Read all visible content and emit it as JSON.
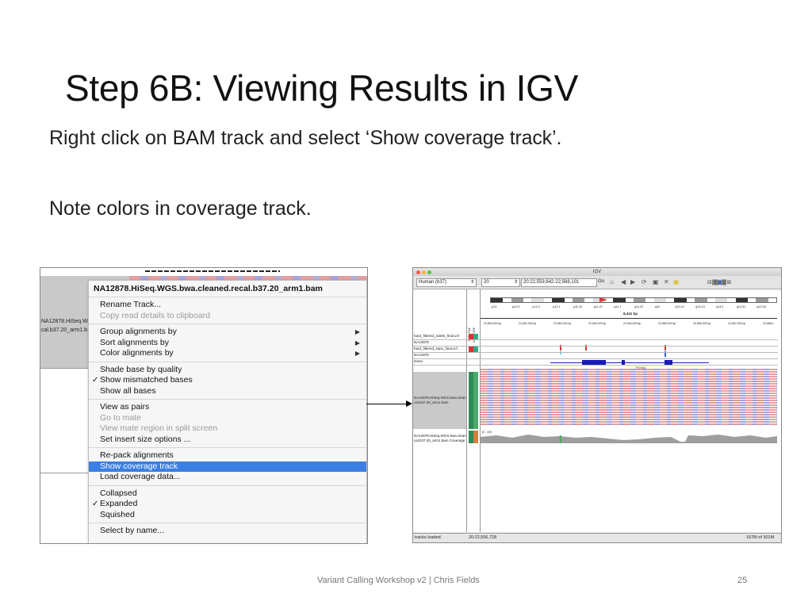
{
  "slide": {
    "title": "Step 6B: Viewing Results in IGV",
    "instruction_prefix": "Right click on BAM track and select ‘",
    "instruction_highlight": "Show coverage track",
    "instruction_suffix": "’.",
    "note": "Note colors in coverage track.",
    "footer": "Variant Calling Workshop v2 | Chris Fields",
    "page_number": "25"
  },
  "left_panel": {
    "track_name_line1": "NA12878.HiSeq.W",
    "track_name_line2": "cal.b37.20_arm1.b"
  },
  "context_menu": {
    "header": "NA12878.HiSeq.WGS.bwa.cleaned.recal.b37.20_arm1.bam",
    "groups": [
      [
        {
          "label": "Rename Track...",
          "disabled": false
        },
        {
          "label": "Copy read details to clipboard",
          "disabled": true
        }
      ],
      [
        {
          "label": "Group alignments by",
          "submenu": true
        },
        {
          "label": "Sort alignments by",
          "submenu": true
        },
        {
          "label": "Color alignments by",
          "submenu": true
        }
      ],
      [
        {
          "label": "Shade base by quality"
        },
        {
          "label": "Show mismatched bases",
          "checked": true
        },
        {
          "label": "Show all bases"
        }
      ],
      [
        {
          "label": "View as pairs"
        },
        {
          "label": "Go to mate",
          "disabled": true
        },
        {
          "label": "View mate region in split screen",
          "disabled": true
        },
        {
          "label": "Set insert size options ..."
        }
      ],
      [
        {
          "label": "Re-pack alignments"
        },
        {
          "label": "Show coverage track",
          "selected": true
        },
        {
          "label": "Load coverage data..."
        }
      ],
      [
        {
          "label": "Collapsed"
        },
        {
          "label": "Expanded",
          "checked": true
        },
        {
          "label": "Squished"
        }
      ],
      [
        {
          "label": "Select by name..."
        }
      ]
    ]
  },
  "igv": {
    "window_title": "IGV",
    "genome": "Human (b37)",
    "chromosome": "20",
    "locus": "20:22,559,642-22,568,101",
    "go_label": "Go",
    "cytobands": [
      "p13",
      "p12.3",
      "p12.2",
      "p12.1",
      "p11.23",
      "p11.21",
      "q11.1",
      "q11.22",
      "q12",
      "q13.12",
      "q13.13",
      "q13.2",
      "q13.31",
      "q13.33"
    ],
    "region_size": "8,441 bp",
    "ruler_ticks": [
      "22,560,000 bp",
      "22,561,000 bp",
      "22,562,000 bp",
      "22,563,000 bp",
      "22,564,000 bp",
      "22,565,000 bp",
      "22,566,000 bp",
      "22,567,000 bp",
      "22,568,0"
    ],
    "tracks": [
      "hard_filtered_indels_final.vcf",
      "NA12878",
      "hard_filtered_snps_final.vcf",
      "NA12878",
      "Gene"
    ],
    "bam_track_line1": "NA12878.HiSeq.WGS.bwa.clean",
    "bam_track_line2": "cal.b37.20_arm1.bam",
    "coverage_track_line1": "NA12878.HiSeq.WGS.bwa.clean",
    "coverage_track_line2": "cal.b37.20_arm1.bam Coverage",
    "coverage_range": "[0 - 69]",
    "gene_label": "FOXA2",
    "attr_headers": [
      "DATA FILE",
      "DATA TYPE"
    ],
    "status_left": "tracks loaded",
    "status_pos": "20:22,556,728",
    "status_mem": "167M of 301M"
  },
  "colors": {
    "read_red": "#e49a9a",
    "read_blue": "#a39fe0",
    "menu_select": "#3b7fe3",
    "gene_blue": "#1a1ab8"
  }
}
